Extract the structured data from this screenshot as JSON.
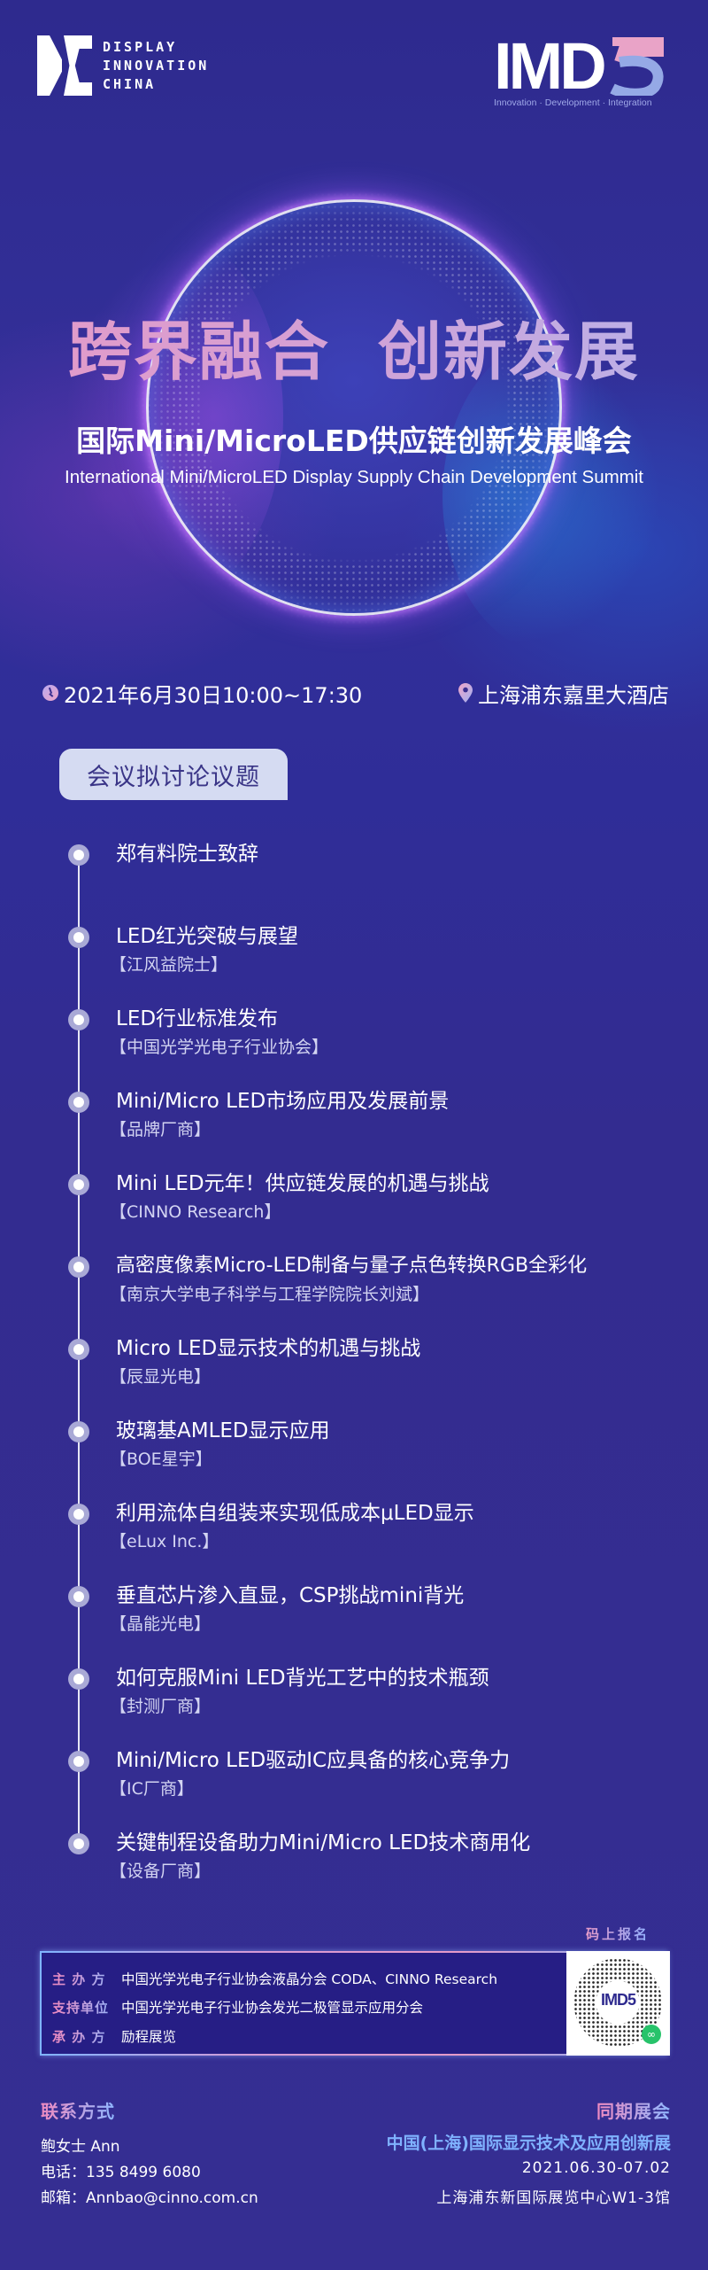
{
  "header": {
    "left_logo": {
      "lines": [
        "DISPLAY",
        "INNOVATION",
        "CHINA"
      ]
    },
    "right_logo": {
      "mark": "IMD",
      "number": "5",
      "tagline": "Innovation · Development · Integration"
    }
  },
  "hero": {
    "slogan": "跨界融合  创新发展",
    "title_cn": "国际Mini/MicroLED供应链创新发展峰会",
    "title_en": "International Mini/MicroLED Display Supply Chain Development Summit"
  },
  "event_info": {
    "datetime_icon": "clock-icon",
    "datetime": "2021年6月30日10:00~17:30",
    "location_icon": "map-pin-icon",
    "location": "上海浦东嘉里大酒店"
  },
  "agenda": {
    "title": "会议拟讨论议题",
    "items": [
      {
        "topic": "郑有料院士致辞",
        "speaker": ""
      },
      {
        "topic": "LED红光突破与展望",
        "speaker": "【江风益院士】"
      },
      {
        "topic": "LED行业标准发布",
        "speaker": "【中国光学光电子行业协会】"
      },
      {
        "topic": "Mini/Micro LED市场应用及发展前景",
        "speaker": "【品牌厂商】"
      },
      {
        "topic": "Mini LED元年！供应链发展的机遇与挑战",
        "speaker": "【CINNO Research】"
      },
      {
        "topic": "高密度像素Micro-LED制备与量子点色转换RGB全彩化",
        "speaker": "【南京大学电子科学与工程学院院长刘斌】"
      },
      {
        "topic": "Micro LED显示技术的机遇与挑战",
        "speaker": "【辰显光电】"
      },
      {
        "topic": "玻璃基AMLED显示应用",
        "speaker": "【BOE星宇】"
      },
      {
        "topic": "利用流体自组装来实现低成本μLED显示",
        "speaker": "【eLux Inc.】"
      },
      {
        "topic": "垂直芯片渗入直显，CSP挑战mini背光",
        "speaker": "【晶能光电】"
      },
      {
        "topic": "如何克服Mini LED背光工艺中的技术瓶颈",
        "speaker": "【封测厂商】"
      },
      {
        "topic": "Mini/Micro LED驱动IC应具备的核心竞争力",
        "speaker": "【IC厂商】"
      },
      {
        "topic": "关键制程设备助力Mini/Micro LED技术商用化",
        "speaker": "【设备厂商】"
      }
    ]
  },
  "organizers": {
    "register_label": "码上报名",
    "rows": [
      {
        "label": "主 办 方",
        "value": "中国光学光电子行业协会液晶分会 CODA、CINNO Research"
      },
      {
        "label": "支持单位",
        "value": "中国光学光电子行业协会发光二极管显示应用分会"
      },
      {
        "label": "承 办 方",
        "value": "励程展览"
      }
    ],
    "qr": {
      "logo": "IMD5",
      "badge_icon": "mini-program-icon"
    }
  },
  "contact": {
    "title": "联系方式",
    "name": "鲍女士  Ann",
    "phone": "电话：135 8499 6080",
    "email": "邮箱：Annbao@cinno.com.cn"
  },
  "expo": {
    "title": "同期展会",
    "name": "中国(上海)国际显示技术及应用创新展",
    "dates": "2021.06.30-07.02",
    "venue": "上海浦东新国际展览中心W1-3馆"
  },
  "colors": {
    "background": "#322c8f",
    "accent_pink": "#e69bc8",
    "accent_blue": "#7fb2ff",
    "agenda_tab_bg": "#d5dbf2",
    "agenda_tab_text": "#3a3587"
  }
}
